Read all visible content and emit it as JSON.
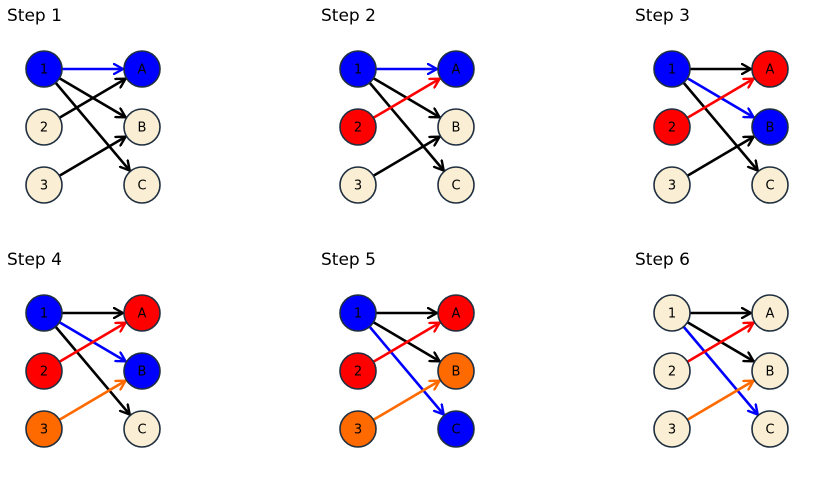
{
  "colors": {
    "background": "#ffffff",
    "neutral_node": "#faefd4",
    "node_stroke": "#1f2f3f",
    "blue": "#0000ff",
    "red": "#ff0000",
    "orange": "#ff6a00",
    "black": "#000000"
  },
  "left_labels": [
    "1",
    "2",
    "3"
  ],
  "right_labels": [
    "A",
    "B",
    "C"
  ],
  "steps": [
    {
      "title": "Step 1",
      "left_colors": [
        "blue",
        "neutral",
        "neutral"
      ],
      "right_colors": [
        "blue",
        "neutral",
        "neutral"
      ],
      "edges": [
        {
          "from": 0,
          "to": 0,
          "color": "blue"
        },
        {
          "from": 0,
          "to": 1,
          "color": "black"
        },
        {
          "from": 0,
          "to": 2,
          "color": "black"
        },
        {
          "from": 1,
          "to": 0,
          "color": "black"
        },
        {
          "from": 2,
          "to": 1,
          "color": "black"
        }
      ]
    },
    {
      "title": "Step 2",
      "left_colors": [
        "blue",
        "red",
        "neutral"
      ],
      "right_colors": [
        "blue",
        "neutral",
        "neutral"
      ],
      "edges": [
        {
          "from": 0,
          "to": 0,
          "color": "blue"
        },
        {
          "from": 0,
          "to": 1,
          "color": "black"
        },
        {
          "from": 0,
          "to": 2,
          "color": "black"
        },
        {
          "from": 1,
          "to": 0,
          "color": "red"
        },
        {
          "from": 2,
          "to": 1,
          "color": "black"
        }
      ]
    },
    {
      "title": "Step 3",
      "left_colors": [
        "blue",
        "red",
        "neutral"
      ],
      "right_colors": [
        "red",
        "blue",
        "neutral"
      ],
      "edges": [
        {
          "from": 0,
          "to": 0,
          "color": "black"
        },
        {
          "from": 0,
          "to": 1,
          "color": "blue"
        },
        {
          "from": 0,
          "to": 2,
          "color": "black"
        },
        {
          "from": 1,
          "to": 0,
          "color": "red"
        },
        {
          "from": 2,
          "to": 1,
          "color": "black"
        }
      ]
    },
    {
      "title": "Step 4",
      "left_colors": [
        "blue",
        "red",
        "orange"
      ],
      "right_colors": [
        "red",
        "blue",
        "neutral"
      ],
      "edges": [
        {
          "from": 0,
          "to": 0,
          "color": "black"
        },
        {
          "from": 0,
          "to": 1,
          "color": "blue"
        },
        {
          "from": 0,
          "to": 2,
          "color": "black"
        },
        {
          "from": 1,
          "to": 0,
          "color": "red"
        },
        {
          "from": 2,
          "to": 1,
          "color": "orange"
        }
      ]
    },
    {
      "title": "Step 5",
      "left_colors": [
        "blue",
        "red",
        "orange"
      ],
      "right_colors": [
        "red",
        "orange",
        "blue"
      ],
      "edges": [
        {
          "from": 0,
          "to": 0,
          "color": "black"
        },
        {
          "from": 0,
          "to": 1,
          "color": "black"
        },
        {
          "from": 0,
          "to": 2,
          "color": "blue"
        },
        {
          "from": 1,
          "to": 0,
          "color": "red"
        },
        {
          "from": 2,
          "to": 1,
          "color": "orange"
        }
      ]
    },
    {
      "title": "Step 6",
      "left_colors": [
        "neutral",
        "neutral",
        "neutral"
      ],
      "right_colors": [
        "neutral",
        "neutral",
        "neutral"
      ],
      "edges": [
        {
          "from": 0,
          "to": 0,
          "color": "black"
        },
        {
          "from": 0,
          "to": 1,
          "color": "black"
        },
        {
          "from": 0,
          "to": 2,
          "color": "blue"
        },
        {
          "from": 1,
          "to": 0,
          "color": "red"
        },
        {
          "from": 2,
          "to": 1,
          "color": "orange"
        }
      ]
    }
  ]
}
